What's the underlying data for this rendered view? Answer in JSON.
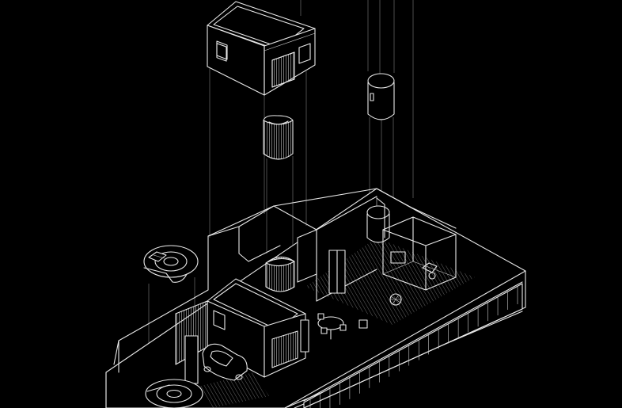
{
  "drawing": {
    "type": "isometric exploded axonometric",
    "line_color": "#e8e8e8",
    "background": "#000000"
  },
  "elements": [
    "upper-volume",
    "curved-pod",
    "cylinder-volume",
    "spiral-stair",
    "ground-level-plan",
    "car",
    "round-table",
    "mezzanine-box",
    "glass-room",
    "facade-louvres"
  ]
}
